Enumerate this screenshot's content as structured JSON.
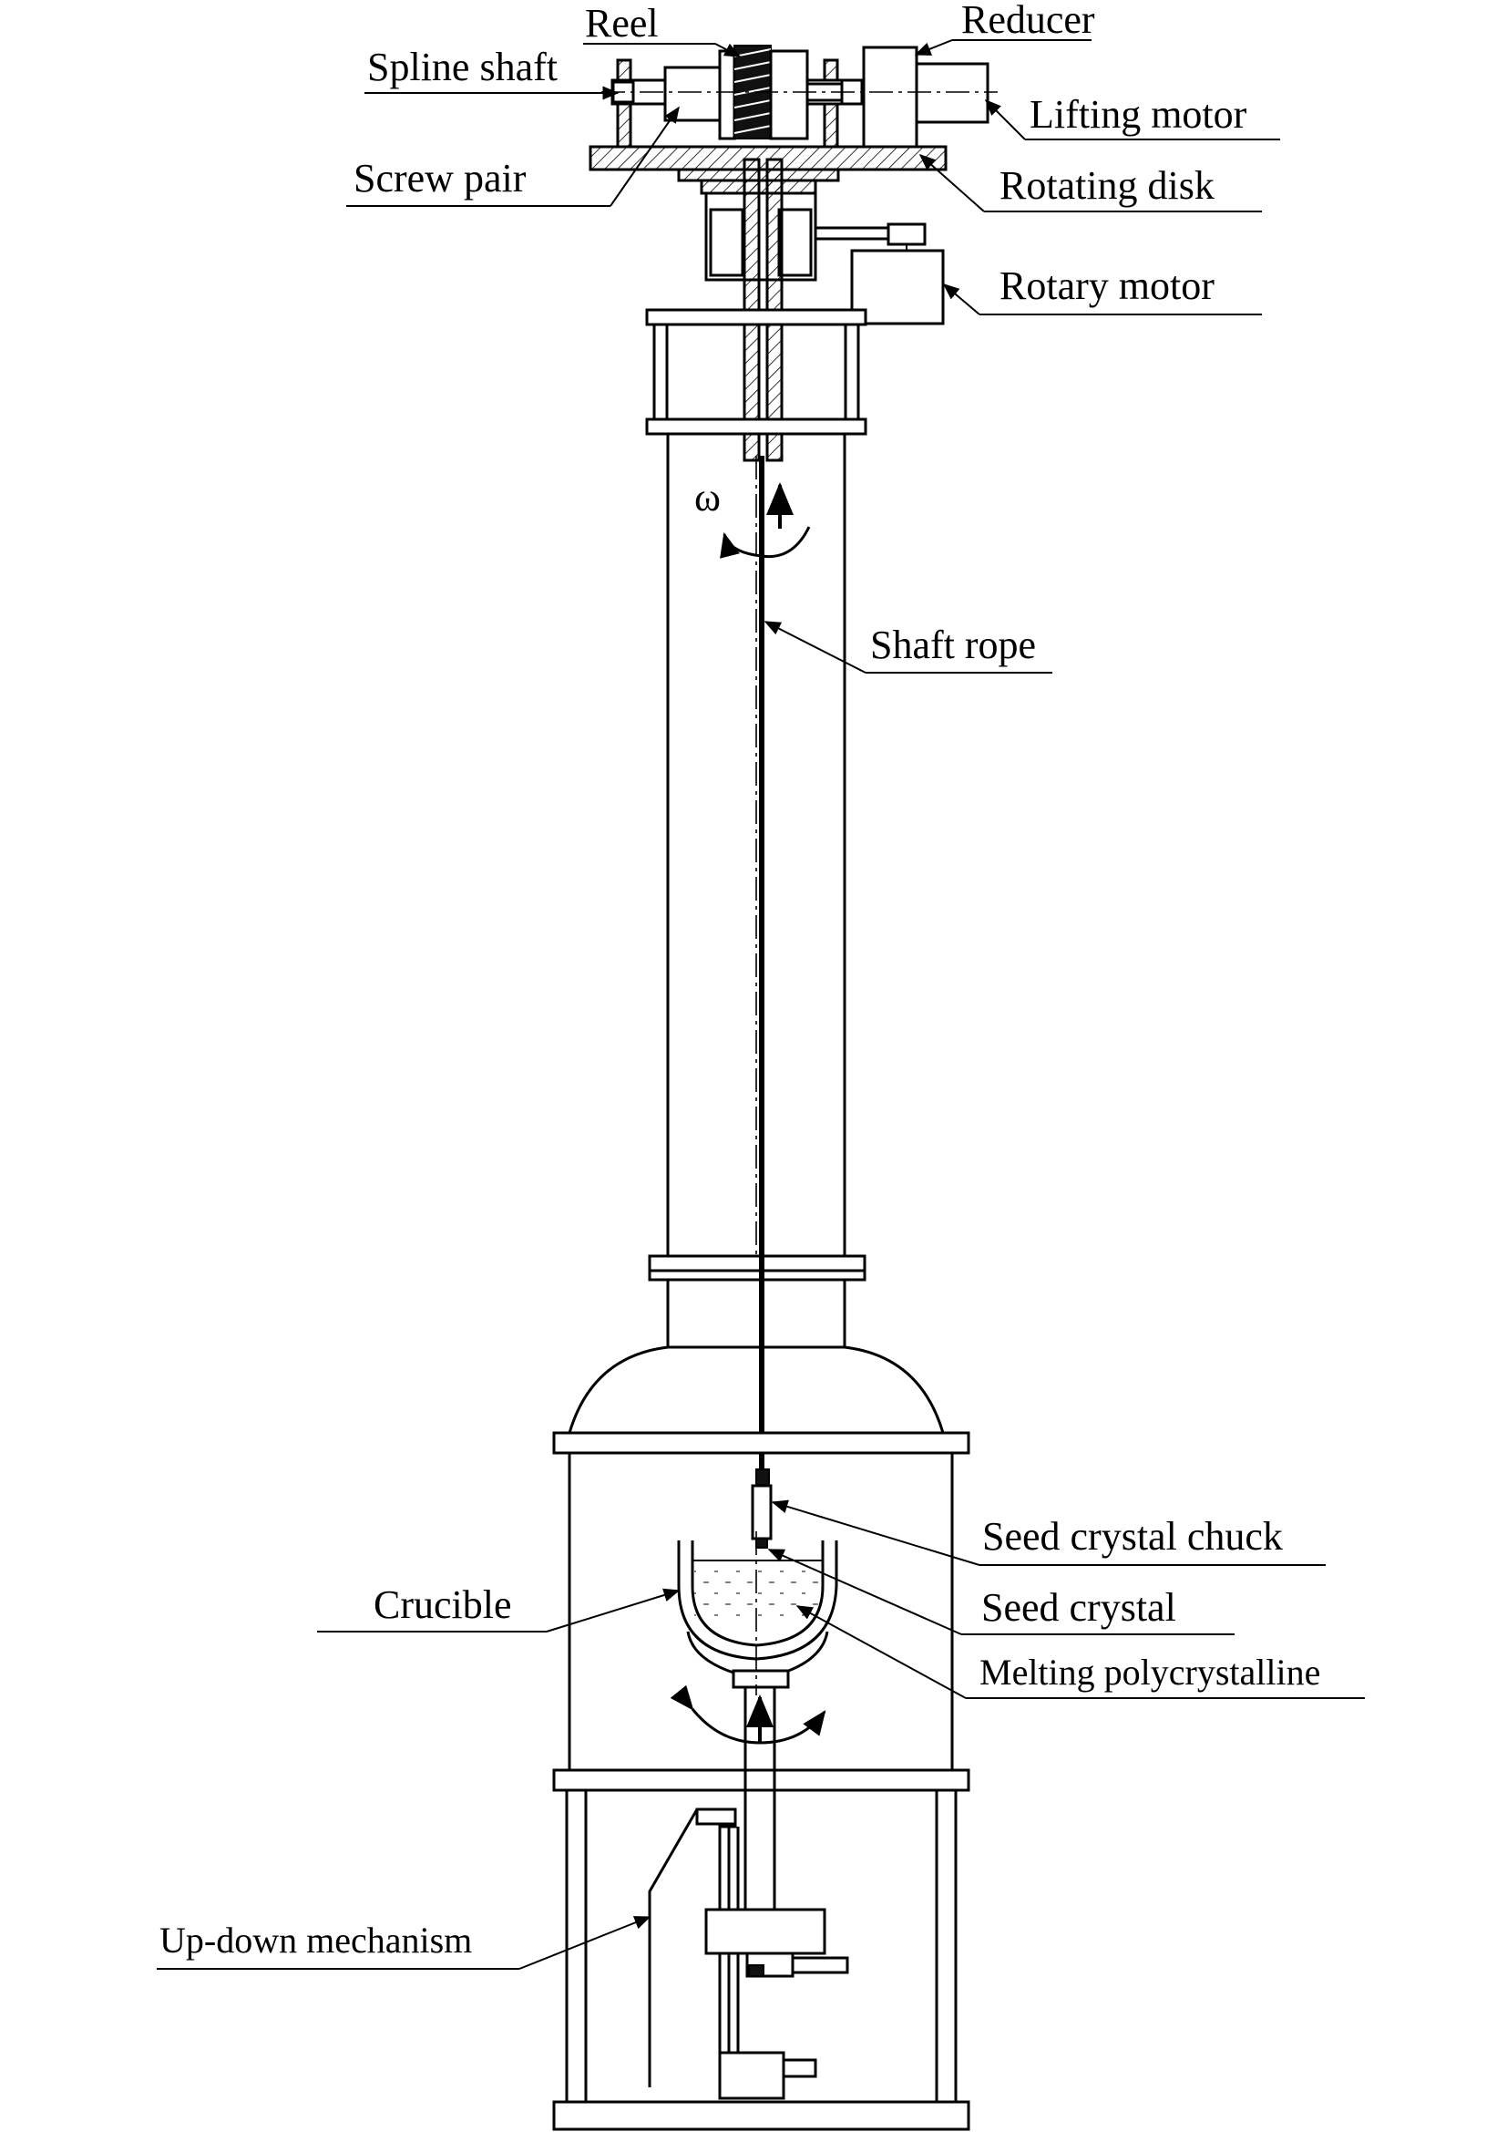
{
  "labels": {
    "reel": "Reel",
    "reducer": "Reducer",
    "spline_shaft": "Spline shaft",
    "lifting_motor": "Lifting motor",
    "screw_pair": "Screw pair",
    "rotating_disk": "Rotating disk",
    "rotary_motor": "Rotary motor",
    "omega": "ω",
    "shaft_rope": "Shaft rope",
    "seed_crystal_chuck": "Seed crystal chuck",
    "crucible": "Crucible",
    "seed_crystal": "Seed crystal",
    "melting_polycrystalline": "Melting polycrystalline",
    "up_down_mechanism": "Up-down mechanism"
  }
}
